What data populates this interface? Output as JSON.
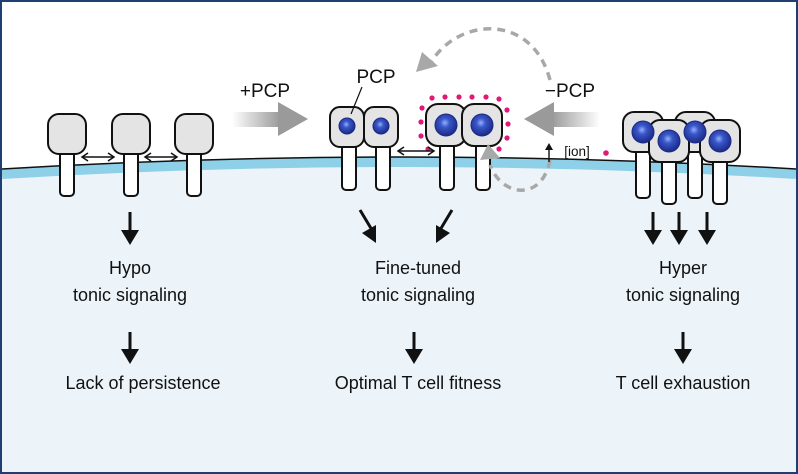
{
  "labels": {
    "plus_pcp": "+PCP",
    "minus_pcp": "−PCP",
    "pcp": "PCP",
    "ion": "[ion]"
  },
  "columns": [
    {
      "signal_line1": "Hypo",
      "signal_line2": "tonic signaling",
      "outcome": "Lack of persistence"
    },
    {
      "signal_line1": "Fine-tuned",
      "signal_line2": "tonic signaling",
      "outcome": "Optimal T cell fitness"
    },
    {
      "signal_line1": "Hyper",
      "signal_line2": "tonic signaling",
      "outcome": "T cell exhaustion"
    }
  ],
  "colors": {
    "frame": "#1f3f73",
    "cytoplasm": "#edf4f9",
    "membrane": "#8ed0e8",
    "receptor_head": "#e4e4e4",
    "nucleus": "#2d44a8",
    "ion_dot": "#e0187a",
    "gray_arrow": "#9a9a9a"
  }
}
